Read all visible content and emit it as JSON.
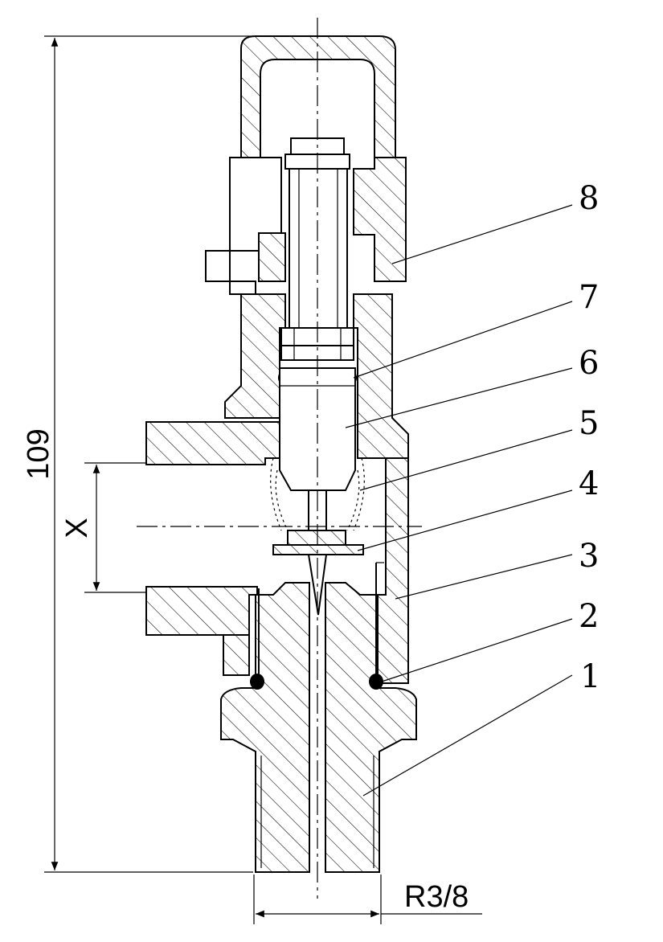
{
  "dimensions": {
    "height": "109",
    "stroke": "X",
    "thread": "R3/8"
  },
  "callouts": [
    "8",
    "7",
    "6",
    "5",
    "4",
    "3",
    "2",
    "1"
  ]
}
